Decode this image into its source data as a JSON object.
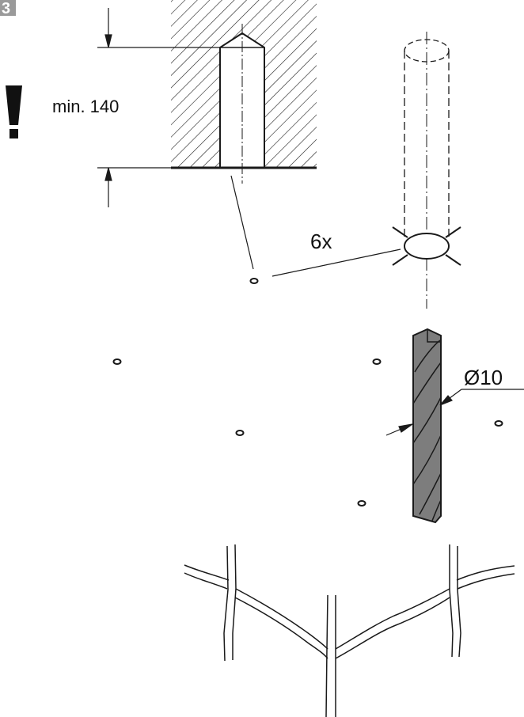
{
  "step_badge": {
    "number": "3",
    "color": "#9a9a9a"
  },
  "warning": {
    "icon": "exclamation-icon"
  },
  "labels": {
    "depth": "min. 140",
    "count": "6x",
    "diameter": "Ø10"
  },
  "colors": {
    "line": "#1a1a1a",
    "drill_bit": "#7d7d7d"
  }
}
